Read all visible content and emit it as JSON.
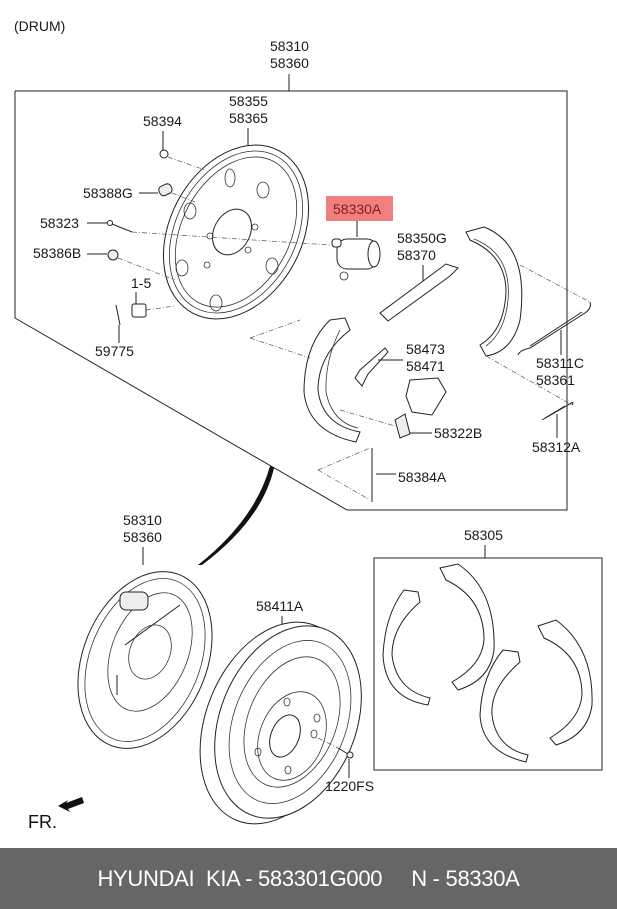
{
  "diagram": {
    "title": "(DRUM)",
    "front_marker": "FR.",
    "highlight_color": "#f08080",
    "highlighted_part": "58330A",
    "callouts": {
      "assembly_top_1": "58310",
      "assembly_top_2": "58360",
      "backing_plate_1": "58355",
      "backing_plate_2": "58365",
      "bolt": "58394",
      "plug": "58388G",
      "pin": "58323",
      "cap": "58386B",
      "bushing": "1-5",
      "clip": "59775",
      "wheel_cylinder": "58330A",
      "adjuster_1": "58350G",
      "adjuster_2": "58370",
      "lever_1": "58473",
      "lever_2": "58471",
      "spring_upper_1": "58311C",
      "spring_upper_2": "58361",
      "retainer": "58322B",
      "spring_lower": "58312A",
      "spring_return": "58384A",
      "assembly_bottom_1": "58310",
      "assembly_bottom_2": "58360",
      "drum": "58411A",
      "screw": "1220FS",
      "shoe_kit": "58305"
    }
  },
  "footer": {
    "brand": "HYUNDAI  KIA - 583301G000",
    "number": "N - 58330A"
  }
}
